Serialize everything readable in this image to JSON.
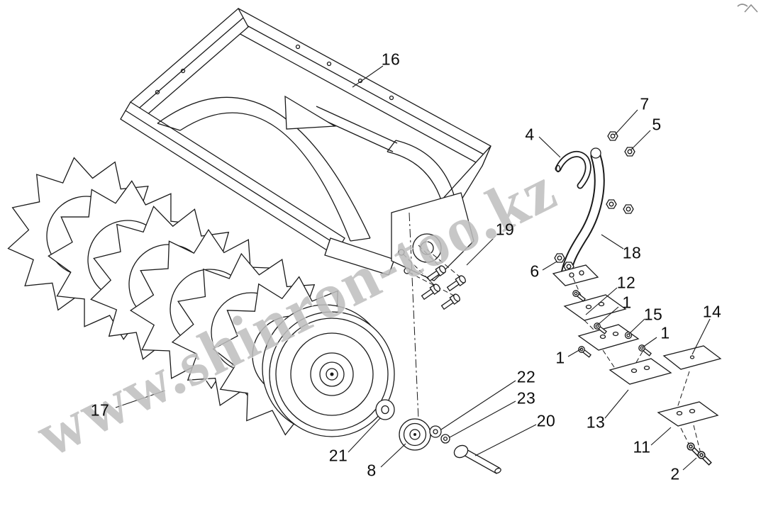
{
  "page": {
    "background": "#ffffff",
    "watermark_text": "www.shinron-too.kz"
  },
  "diagram": {
    "type": "exploded-parts-diagram",
    "subject": "toothed packer roller with carrier frame, press wheel bearing parts and scraper assembly",
    "line_color": "#1a1a1a",
    "part_labels": [
      {
        "text": "16"
      },
      {
        "text": "7"
      },
      {
        "text": "5"
      },
      {
        "text": "4"
      },
      {
        "text": "19"
      },
      {
        "text": "18"
      },
      {
        "text": "6"
      },
      {
        "text": "12"
      },
      {
        "text": "1"
      },
      {
        "text": "15"
      },
      {
        "text": "1"
      },
      {
        "text": "14"
      },
      {
        "text": "1"
      },
      {
        "text": "17"
      },
      {
        "text": "22"
      },
      {
        "text": "23"
      },
      {
        "text": "20"
      },
      {
        "text": "21"
      },
      {
        "text": "8"
      },
      {
        "text": "13"
      },
      {
        "text": "11"
      },
      {
        "text": "2"
      }
    ]
  }
}
